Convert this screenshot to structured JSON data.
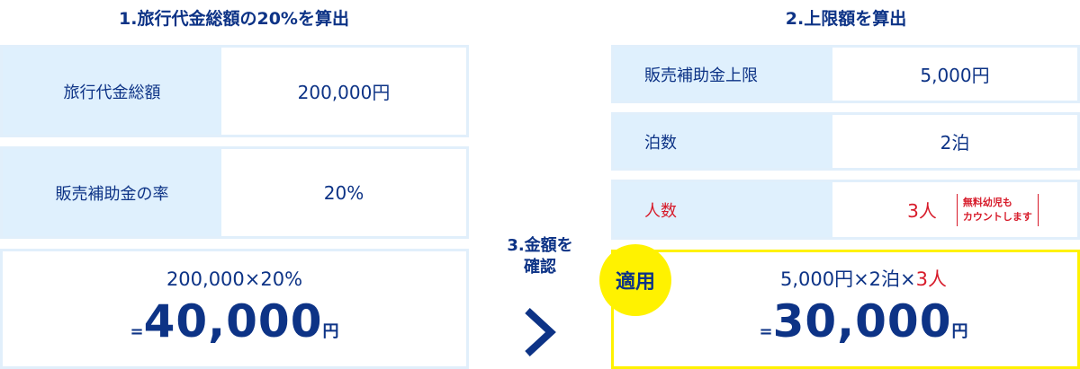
{
  "step1": {
    "title": "1.旅行代金総額の20%を算出",
    "rows": [
      {
        "label": "旅行代金総額",
        "value": "200,000円"
      },
      {
        "label": "販売補助金の率",
        "value": "20%"
      }
    ],
    "formula": "200,000×20%",
    "eq": "=",
    "result": "40,000",
    "unit": "円"
  },
  "step2": {
    "title": "2.上限額を算出",
    "rows": [
      {
        "label": "販売補助金上限",
        "value": "5,000円"
      },
      {
        "label": "泊数",
        "value": "2泊"
      },
      {
        "label": "人数",
        "value": "3人"
      }
    ],
    "note_line1": "無料幼児も",
    "note_line2": "カウントします",
    "badge": "適用",
    "formula_a": "5,000円×2泊×",
    "formula_b": "3人",
    "eq": "=",
    "result": "30,000",
    "unit": "円"
  },
  "step3": {
    "line1": "3.金額を",
    "line2": "確認"
  },
  "colors": {
    "navy": "#0d3386",
    "red": "#d71b2a",
    "yellow": "#fff200",
    "lightblue": "#dff0fd"
  }
}
